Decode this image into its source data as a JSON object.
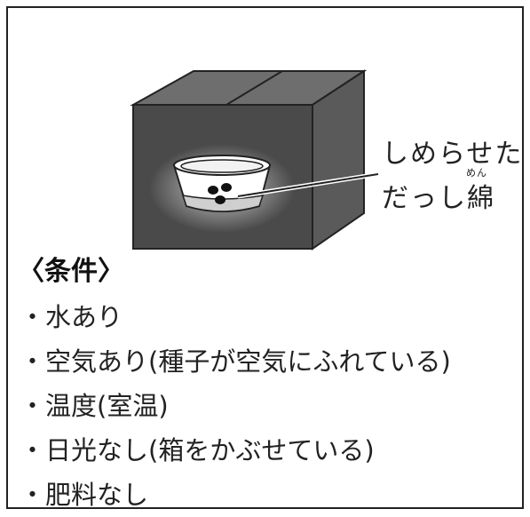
{
  "callout": {
    "line1": "しめらせた",
    "line2": "だっし綿",
    "ruby": "めん"
  },
  "conditions": {
    "heading": "〈条件〉",
    "items": [
      "・水あり",
      "・空気あり(種子が空気にふれている)",
      "・温度(室温)",
      "・日光なし(箱をかぶせている)",
      "・肥料なし"
    ]
  },
  "colors": {
    "box_front": "#4a4a4a",
    "box_top": "#6e6e6e",
    "outline": "#222222"
  }
}
